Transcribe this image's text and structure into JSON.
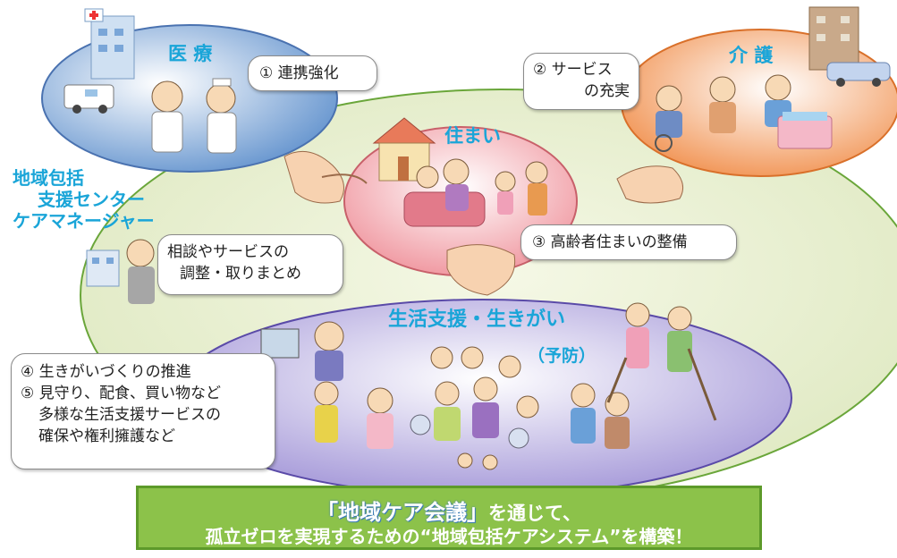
{
  "labels": {
    "medical": "医 療",
    "care": "介 護",
    "housing": "住まい",
    "livelihood": "生活支援・生きがい",
    "prevention": "（予防）",
    "center": [
      "地域包括",
      "支援センター",
      "ケアマネージャー"
    ]
  },
  "callouts": {
    "c1": [
      "① 連携強化"
    ],
    "c2": [
      "② サービス",
      "の充実"
    ],
    "c3": [
      "③ 高齢者住まいの整備"
    ],
    "c_center": [
      "相談やサービスの",
      "調整・取りまとめ"
    ],
    "c45": [
      "④ 生きがいづくりの推進",
      "⑤ 見守り、配食、買い物など",
      "多様な生活支援サービスの",
      "確保や権利擁護など"
    ]
  },
  "banner": {
    "emphasis": "「地域ケア会議」",
    "line1_rest": "を通じて、",
    "line2": "孤立ゼロを実現するための“地域包括ケアシステム”を構築！"
  },
  "colors": {
    "outer_ellipse": "#e8efcf",
    "medical_ellipse": "#7aa6d8",
    "care_ellipse": "#f4a66a",
    "housing_ellipse": "#f2a0a6",
    "livelihood_ellipse": "#a79ad8",
    "label_cyan": "#1aa5d8",
    "banner_green": "#8cc24a"
  }
}
